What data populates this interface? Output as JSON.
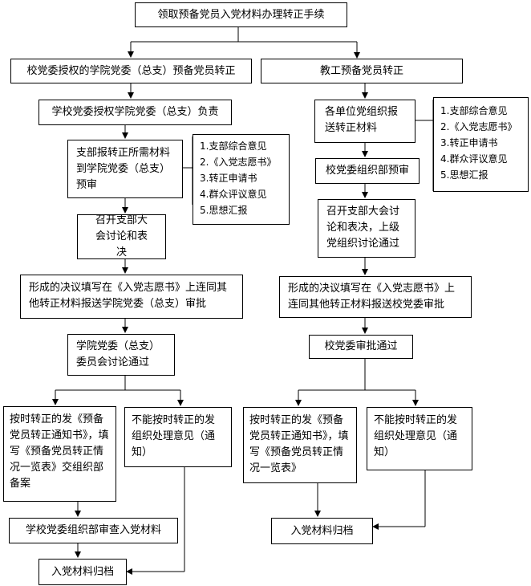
{
  "title": "领取预备党员入党材料办理转正手续",
  "left": {
    "heading": "校党委授权的学院党委（总支）预备党员转正",
    "step1": "学校党委授权学院党委（总支）负责",
    "step2": "支部报转正所需材料到学院党委（总支）预审",
    "materials": [
      "1.支部综合意见",
      "2.《入党志愿书》",
      "3.转正申请书",
      "4.群众评议意见",
      "5.思想汇报"
    ],
    "step3": "召开支部大会讨论和表决",
    "step4": "形成的决议填写在《入党志愿书》上连同其他转正材料报送学院党委（总支）审批",
    "step5": "学院党委（总支）委员会讨论通过",
    "branch_yes": "按时转正的发《预备党员转正通知书》，填写《预备党员转正情况一览表》交组织部备案",
    "branch_no": "不能按时转正的发组织处理意见（通知）",
    "check": "学校党委组织部审查入党材料",
    "archive": "入党材料归档"
  },
  "right": {
    "heading": "教工预备党员转正",
    "step1": "各单位党组织报送转正材料",
    "materials": [
      "1.支部综合意见",
      "2.《入党志愿书》",
      "3.转正申请书",
      "4.群众评议意见",
      "5.思想汇报"
    ],
    "step2": "校党委组织部预审",
    "step3": "召开支部大会讨论和表决，上级党组织讨论通过",
    "step4": "形成的决议填写在《入党志愿书》上连同其他转正材料报送校党委审批",
    "step5": "校党委审批通过",
    "branch_yes": "按时转正的发《预备党员转正通知书》，填写《预备党员转正情况一览表》",
    "branch_no": "不能按时转正的发组织处理意见（通知）",
    "archive": "入党材料归档"
  }
}
